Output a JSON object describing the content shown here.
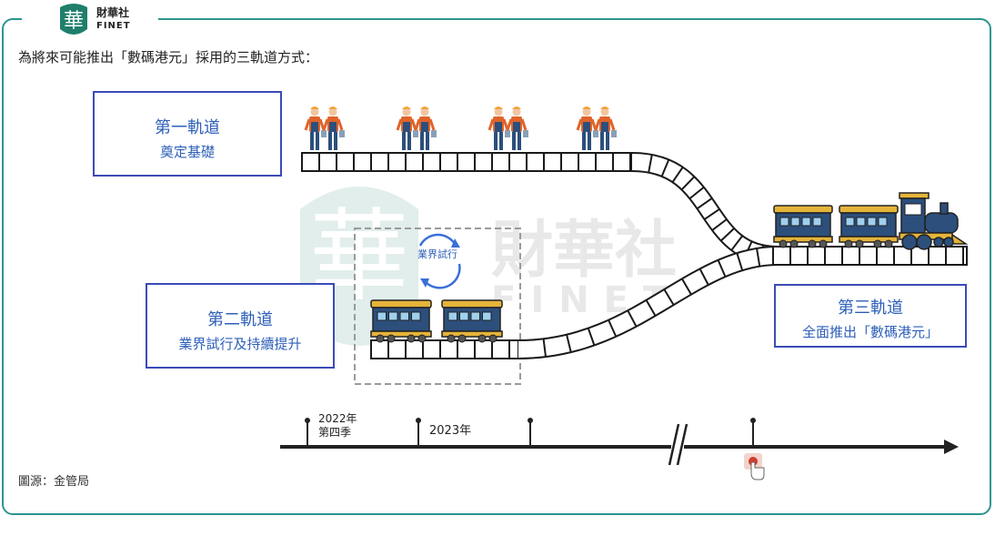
{
  "brand": {
    "name_cn": "財華社",
    "name_en": "FINET",
    "seal_char": "華"
  },
  "heading": "為將來可能推出「數碼港元」採用的三軌道方式：",
  "tracks": [
    {
      "title": "第一軌道",
      "subtitle": "奠定基礎"
    },
    {
      "title": "第二軌道",
      "subtitle": "業界試行及持續提升"
    },
    {
      "title": "第三軌道",
      "subtitle": "全面推出「數碼港元」"
    }
  ],
  "cycle_label": "業界試行",
  "timeline": {
    "tick1": "2022年第四季",
    "tick1_line1": "2022年",
    "tick1_line2": "第四季",
    "tick2": "2023年"
  },
  "source": "圖源：金管局",
  "watermark": {
    "cn": "財華社",
    "en": "FINET"
  },
  "colors": {
    "frame": "#2a9590",
    "box_border": "#3b4bb8",
    "text_blue": "#2d5fb9",
    "train_blue": "#2c4f7c",
    "train_gold": "#e5b43a",
    "worker_orange": "#e0642a"
  }
}
